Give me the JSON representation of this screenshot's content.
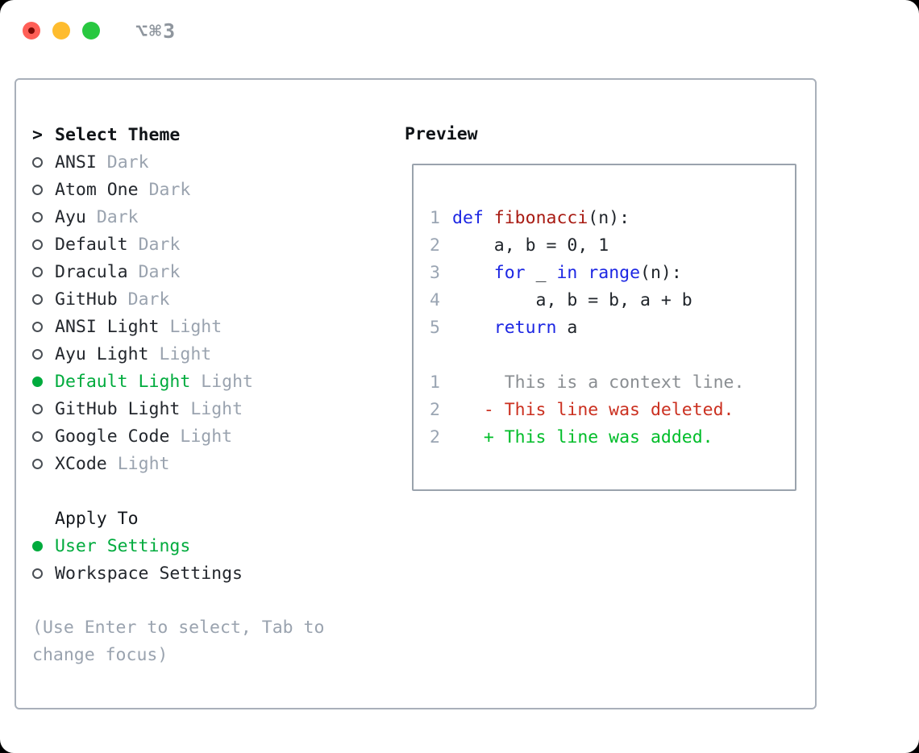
{
  "window": {
    "title": "⌥⌘3",
    "traffic_lights": [
      "close",
      "minimize",
      "zoom"
    ]
  },
  "theme_selector": {
    "cursor": ">",
    "header": "Select Theme",
    "items": [
      {
        "name": "ANSI",
        "variant": "Dark",
        "selected": false
      },
      {
        "name": "Atom One",
        "variant": "Dark",
        "selected": false
      },
      {
        "name": "Ayu",
        "variant": "Dark",
        "selected": false
      },
      {
        "name": "Default",
        "variant": "Dark",
        "selected": false
      },
      {
        "name": "Dracula",
        "variant": "Dark",
        "selected": false
      },
      {
        "name": "GitHub",
        "variant": "Dark",
        "selected": false
      },
      {
        "name": "ANSI Light",
        "variant": "Light",
        "selected": false
      },
      {
        "name": "Ayu Light",
        "variant": "Light",
        "selected": false
      },
      {
        "name": "Default Light",
        "variant": "Light",
        "selected": true
      },
      {
        "name": "GitHub Light",
        "variant": "Light",
        "selected": false
      },
      {
        "name": "Google Code",
        "variant": "Light",
        "selected": false
      },
      {
        "name": "XCode",
        "variant": "Light",
        "selected": false
      }
    ]
  },
  "apply_to": {
    "header": "Apply To",
    "options": [
      {
        "label": "User Settings",
        "selected": true
      },
      {
        "label": "Workspace Settings",
        "selected": false
      }
    ]
  },
  "hint": "(Use Enter to select, Tab to change focus)",
  "preview": {
    "title": "Preview",
    "lines": [
      {
        "num": "1",
        "tokens": [
          {
            "type": "kw",
            "text": "def"
          },
          {
            "type": "pl",
            "text": " "
          },
          {
            "type": "fn",
            "text": "fibonacci"
          },
          {
            "type": "pl",
            "text": "(n):"
          }
        ]
      },
      {
        "num": "2",
        "tokens": [
          {
            "type": "pl",
            "text": "    a, b = 0, 1"
          }
        ]
      },
      {
        "num": "3",
        "tokens": [
          {
            "type": "pl",
            "text": "    "
          },
          {
            "type": "kw",
            "text": "for"
          },
          {
            "type": "pl",
            "text": " _ "
          },
          {
            "type": "kw",
            "text": "in"
          },
          {
            "type": "pl",
            "text": " "
          },
          {
            "type": "kw",
            "text": "range"
          },
          {
            "type": "pl",
            "text": "(n):"
          }
        ]
      },
      {
        "num": "4",
        "tokens": [
          {
            "type": "pl",
            "text": "        a, b = b, a + b"
          }
        ]
      },
      {
        "num": "5",
        "tokens": [
          {
            "type": "pl",
            "text": "    "
          },
          {
            "type": "kw",
            "text": "return"
          },
          {
            "type": "pl",
            "text": " a"
          }
        ]
      },
      {
        "num": "",
        "tokens": []
      },
      {
        "num": "1",
        "tokens": [
          {
            "type": "ctx",
            "text": "     This is a context line."
          }
        ]
      },
      {
        "num": "2",
        "tokens": [
          {
            "type": "del",
            "text": "   - This line was deleted."
          }
        ]
      },
      {
        "num": "2",
        "tokens": [
          {
            "type": "add",
            "text": "   + This line was added."
          }
        ]
      }
    ]
  },
  "colors": {
    "selected_green": "#00ab3d",
    "added_green": "#00bd29",
    "deleted_red": "#cb3020",
    "keyword_blue": "#1c26e3",
    "function_red": "#a81a12",
    "muted_gray": "#9aa3af",
    "line_number_gray": "#9aa5b3",
    "context_gray": "#8a8e92",
    "panel_border": "#a9b0ba",
    "traffic_red": "#ff5f57",
    "traffic_yellow": "#febc2e",
    "traffic_green": "#28c840"
  }
}
